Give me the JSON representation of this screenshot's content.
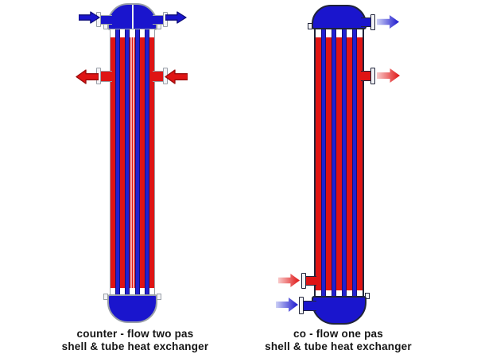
{
  "page": {
    "background": "#ffffff"
  },
  "colors": {
    "blue": "#1a15cd",
    "blue_dark": "#0d0c78",
    "blue_light": "#cdd1f6",
    "red": "#df1414",
    "red_dark": "#990b0b",
    "red_light": "#f9caca",
    "tube_blue": "#2220d2",
    "tube_border": "#12107e",
    "divider_pink": "#f2a9a9",
    "left_outline": "#9aa0a8",
    "right_outline": "#20243a"
  },
  "left_exchanger": {
    "caption_line1": "counter - flow two pas",
    "caption_line2": "shell & tube heat exchanger",
    "tube_count": 4,
    "pass_divider": true,
    "arrows": {
      "tube_inlet": {
        "color": "blue",
        "direction": "right",
        "gradient": false
      },
      "tube_outlet": {
        "color": "blue",
        "direction": "right",
        "gradient": false
      },
      "shell_outlet": {
        "color": "red",
        "direction": "left",
        "gradient": false
      },
      "shell_inlet": {
        "color": "red",
        "direction": "left",
        "gradient": false
      }
    }
  },
  "right_exchanger": {
    "caption_line1": "co - flow one pas",
    "caption_line2": "shell & tube heat exchanger",
    "tube_count": 4,
    "pass_divider": false,
    "arrows": {
      "tube_outlet": {
        "color": "blue",
        "direction": "right",
        "gradient": true
      },
      "shell_outlet": {
        "color": "red",
        "direction": "right",
        "gradient": true
      },
      "shell_inlet": {
        "color": "red",
        "direction": "right",
        "gradient": true
      },
      "tube_inlet": {
        "color": "blue",
        "direction": "right",
        "gradient": true
      }
    }
  }
}
